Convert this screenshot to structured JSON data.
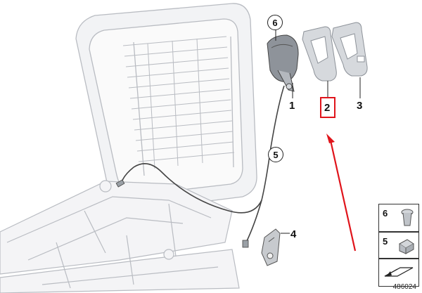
{
  "callouts": {
    "part_1": "1",
    "part_2": "2",
    "part_3": "3",
    "part_4": "4",
    "part_5": "5",
    "part_6": "6"
  },
  "legend": {
    "item_6": "6",
    "item_5": "5"
  },
  "document_id": "486024",
  "colors": {
    "highlight": "#e0141b",
    "arrow": "#e0141b",
    "frame_line": "#b9bcc2",
    "part_fill": "#c9ccd1"
  }
}
